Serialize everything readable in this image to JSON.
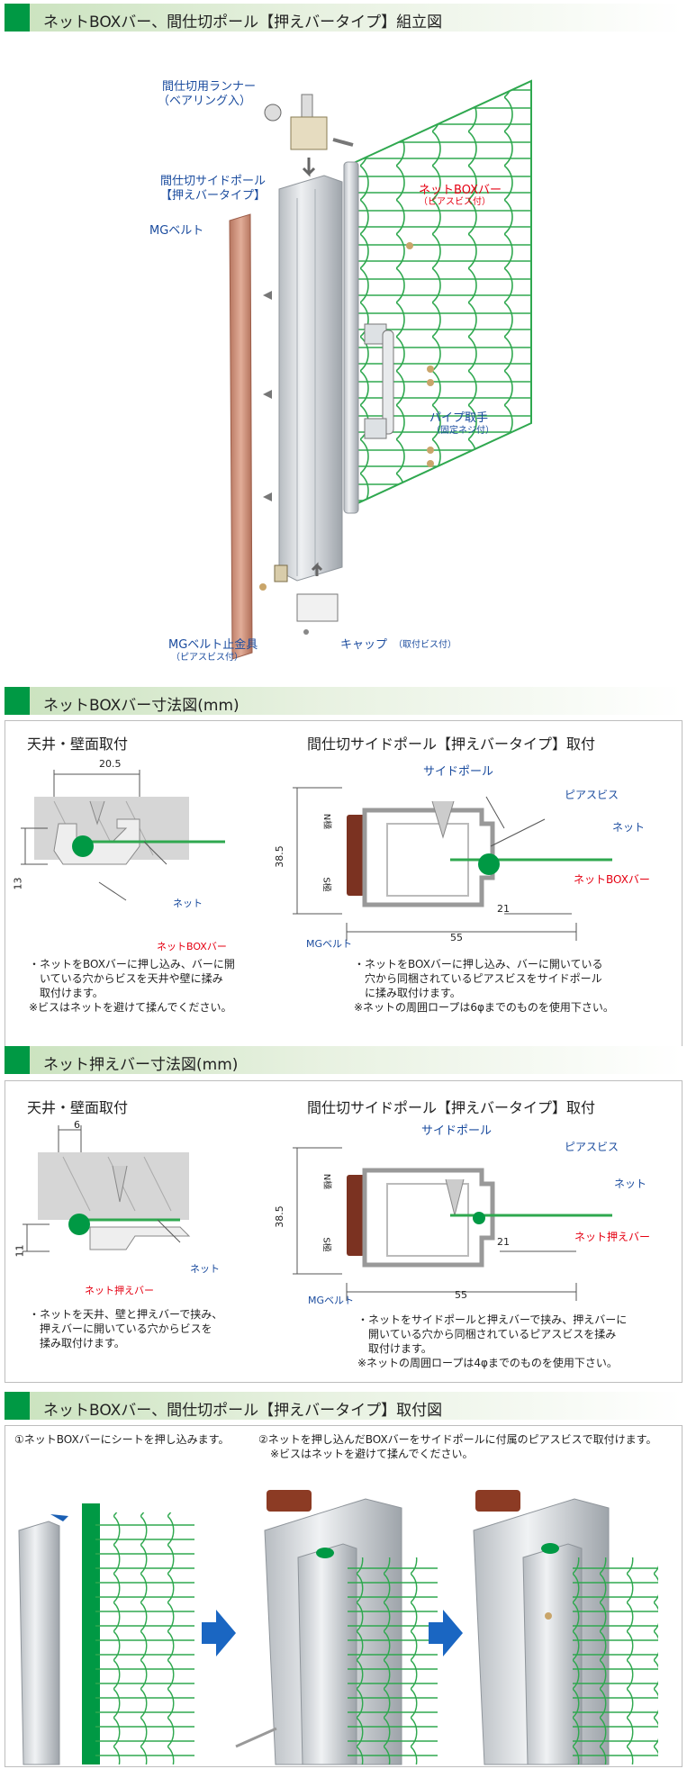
{
  "section1": {
    "title": "ネットBOXバー、間仕切ポール【押えバータイプ】組立図",
    "labels": {
      "runner": "間仕切用ランナー",
      "runner_sub": "（ベアリング入）",
      "side_pole": "間仕切サイドポール",
      "side_pole_sub": "【押えバータイプ】",
      "mg_belt": "MGベルト",
      "netbox_bar": "ネットBOXバー",
      "netbox_bar_sub": "（ピアスビス付）",
      "pipe_handle": "パイプ取手",
      "pipe_handle_sub": "（固定ネジ付）",
      "mg_stop": "MGベルト止金具",
      "mg_stop_sub": "（ピアスビス付）",
      "cap": "キャップ",
      "cap_sub": "（取付ビス付）"
    }
  },
  "section2": {
    "title": "ネットBOXバー寸法図(mm)",
    "left": {
      "subtitle": "天井・壁面取付",
      "dim_w": "20.5",
      "dim_h": "13",
      "net": "ネット",
      "bar": "ネットBOXバー",
      "note": "・ネットをBOXバーに押し込み、バーに開\n　いている穴からビスを天井や壁に揉み\n　取付けます。\n※ビスはネットを避けて揉んでください。"
    },
    "right": {
      "subtitle": "間仕切サイドポール【押えバータイプ】取付",
      "side_pole": "サイドポール",
      "screw": "ピアスビス",
      "net": "ネット",
      "bar": "ネットBOXバー",
      "mg_belt": "MGベルト",
      "n_pole": "N極",
      "s_pole": "S極",
      "dim_h": "38.5",
      "dim_21": "21",
      "dim_55": "55",
      "note": "・ネットをBOXバーに押し込み、バーに開いている\n　穴から同梱されているピアスビスをサイドポール\n　に揉み取付けます。\n※ネットの周囲ロープは6φまでのものを使用下さい。"
    }
  },
  "section3": {
    "title": "ネット押えバー寸法図(mm)",
    "left": {
      "subtitle": "天井・壁面取付",
      "dim_w": "6",
      "dim_h": "11",
      "net": "ネット",
      "bar": "ネット押えバー",
      "note": "・ネットを天井、壁と押えバーで挟み、\n　押えバーに開いている穴からビスを\n　揉み取付けます。"
    },
    "right": {
      "subtitle": "間仕切サイドポール【押えバータイプ】取付",
      "side_pole": "サイドポール",
      "screw": "ピアスビス",
      "net": "ネット",
      "bar": "ネット押えバー",
      "mg_belt": "MGベルト",
      "n_pole": "N極",
      "s_pole": "S極",
      "dim_h": "38.5",
      "dim_21": "21",
      "dim_55": "55",
      "note": "・ネットをサイドポールと押えバーで挟み、押えバーに\n　開いている穴から同梱されているピアスビスを揉み\n　取付けます。\n※ネットの周囲ロープは4φまでのものを使用下さい。"
    }
  },
  "section4": {
    "title": "ネットBOXバー、間仕切ポール【押えバータイプ】取付図",
    "step1": "①ネットBOXバーにシートを押し込みます。",
    "step2": "②ネットを押し込んだBOXバーをサイドポールに付属のピアスビスで取付けます。",
    "step2_note": "※ビスはネットを避けて揉んでください。"
  },
  "colors": {
    "accent_green": "#009944",
    "net_green": "#2fa84f",
    "label_blue": "#1a4b9e",
    "label_red": "#e50012",
    "belt_brown": "#c98a72"
  }
}
